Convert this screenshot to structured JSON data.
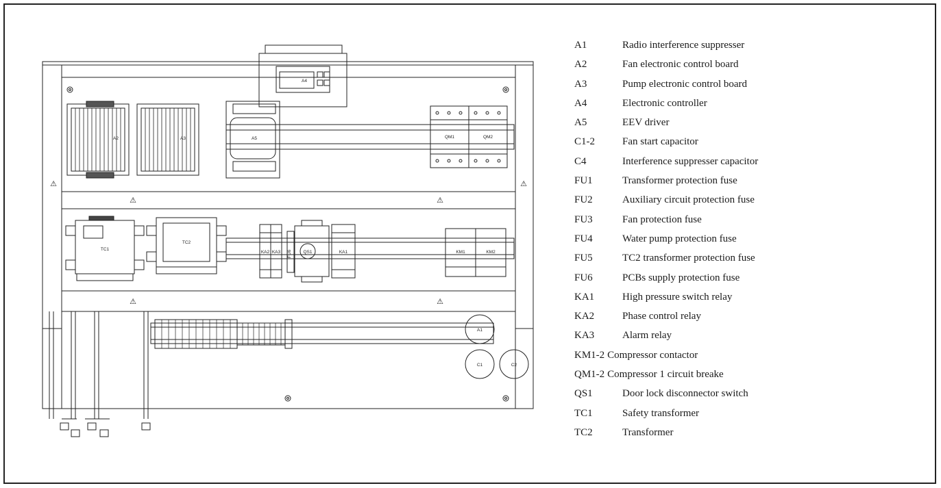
{
  "diagram": {
    "modules": {
      "A1": "A1",
      "A2": "A2",
      "A3": "A3",
      "A4": "A4",
      "A5": "A5",
      "C1": "C1",
      "C2": "C2",
      "QM1": "QM1",
      "QM2": "QM2",
      "TC1": "TC1",
      "TC2": "TC2",
      "KA1": "KA1",
      "KA2": "KA2",
      "KA3": "KA3",
      "KM1": "KM1",
      "KM2": "KM2",
      "QS1": "QS1",
      "FU6": "FU6"
    },
    "warning_symbol": "⚠"
  },
  "legend": [
    {
      "code": "A1",
      "desc": "Radio interference suppresser"
    },
    {
      "code": "A2",
      "desc": "Fan electronic control board"
    },
    {
      "code": "A3",
      "desc": "Pump electronic control board"
    },
    {
      "code": "A4",
      "desc": "Electronic controller"
    },
    {
      "code": "A5",
      "desc": "EEV driver"
    },
    {
      "code": "C1-2",
      "desc": "Fan start capacitor"
    },
    {
      "code": "C4",
      "desc": "Interference suppresser capacitor"
    },
    {
      "code": "FU1",
      "desc": "Transformer protection fuse"
    },
    {
      "code": "FU2",
      "desc": "Auxiliary circuit protection fuse"
    },
    {
      "code": "FU3",
      "desc": "Fan protection fuse"
    },
    {
      "code": "FU4",
      "desc": "Water pump protection fuse"
    },
    {
      "code": "FU5",
      "desc": "TC2 transformer protection fuse"
    },
    {
      "code": "FU6",
      "desc": "PCBs supply protection fuse"
    },
    {
      "code": "KA1",
      "desc": "High pressure switch relay"
    },
    {
      "code": "KA2",
      "desc": "Phase control relay"
    },
    {
      "code": "KA3",
      "desc": "Alarm relay"
    },
    {
      "code": "KM1-2",
      "desc": "Compressor contactor"
    },
    {
      "code": "QM1-2",
      "desc": "Compressor 1 circuit breake"
    },
    {
      "code": "QS1",
      "desc": "Door lock disconnector switch"
    },
    {
      "code": "TC1",
      "desc": "Safety transformer"
    },
    {
      "code": "TC2",
      "desc": "Transformer"
    }
  ]
}
